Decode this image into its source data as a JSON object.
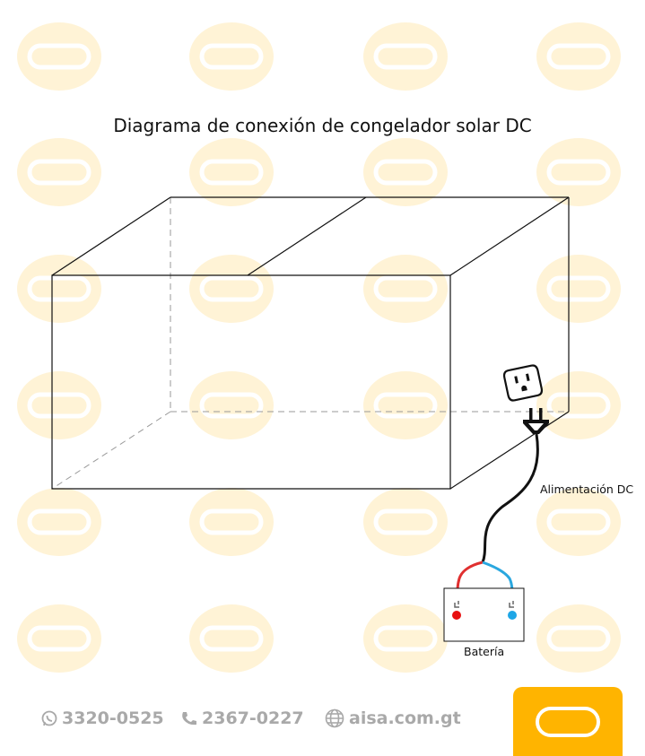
{
  "diagram": {
    "title": "Diagrama de conexión de congelador solar DC",
    "power_label": "Alimentación DC",
    "battery_label": "Batería",
    "wire_colors": {
      "power_cable": "#111111",
      "positive": "#e03030",
      "negative": "#2aa7df"
    },
    "terminal_colors": {
      "positive": "#e81010",
      "negative": "#1ea6e6"
    }
  },
  "footer": {
    "whatsapp": "3320-0525",
    "phone": "2367-0227",
    "website": "aisa.com.gt"
  },
  "brand": {
    "accent": "#ffb400",
    "watermark": "#fff3d6"
  }
}
